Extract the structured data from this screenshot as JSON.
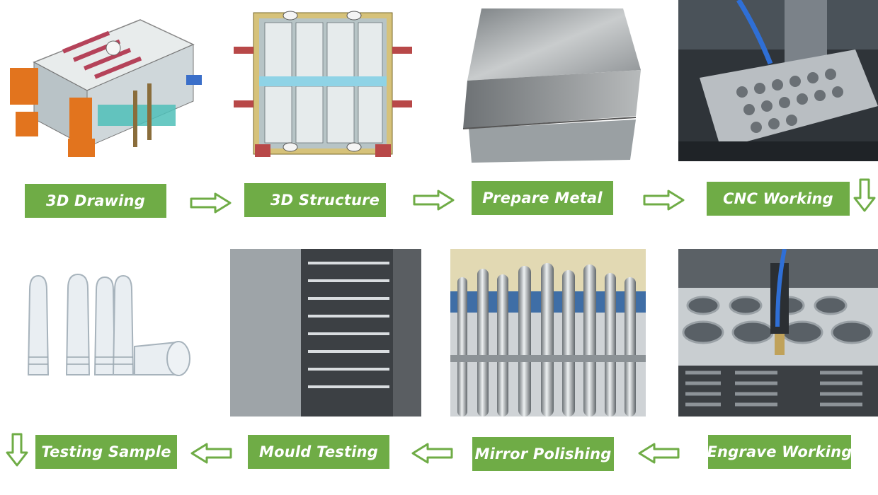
{
  "steps": [
    {
      "label": "3D Drawing"
    },
    {
      "label": "3D Structure"
    },
    {
      "label": "Prepare Metal"
    },
    {
      "label": "CNC Working"
    },
    {
      "label": "Engrave Working"
    },
    {
      "label": "Mirror Polishing"
    },
    {
      "label": "Mould Testing"
    },
    {
      "label": "Testing Sample"
    }
  ],
  "colors": {
    "label_bg": "#6fac46",
    "label_text": "#ffffff",
    "arrow_stroke": "#6fac46"
  },
  "icons": [
    "arrow-right-icon",
    "arrow-down-icon",
    "arrow-left-icon"
  ]
}
